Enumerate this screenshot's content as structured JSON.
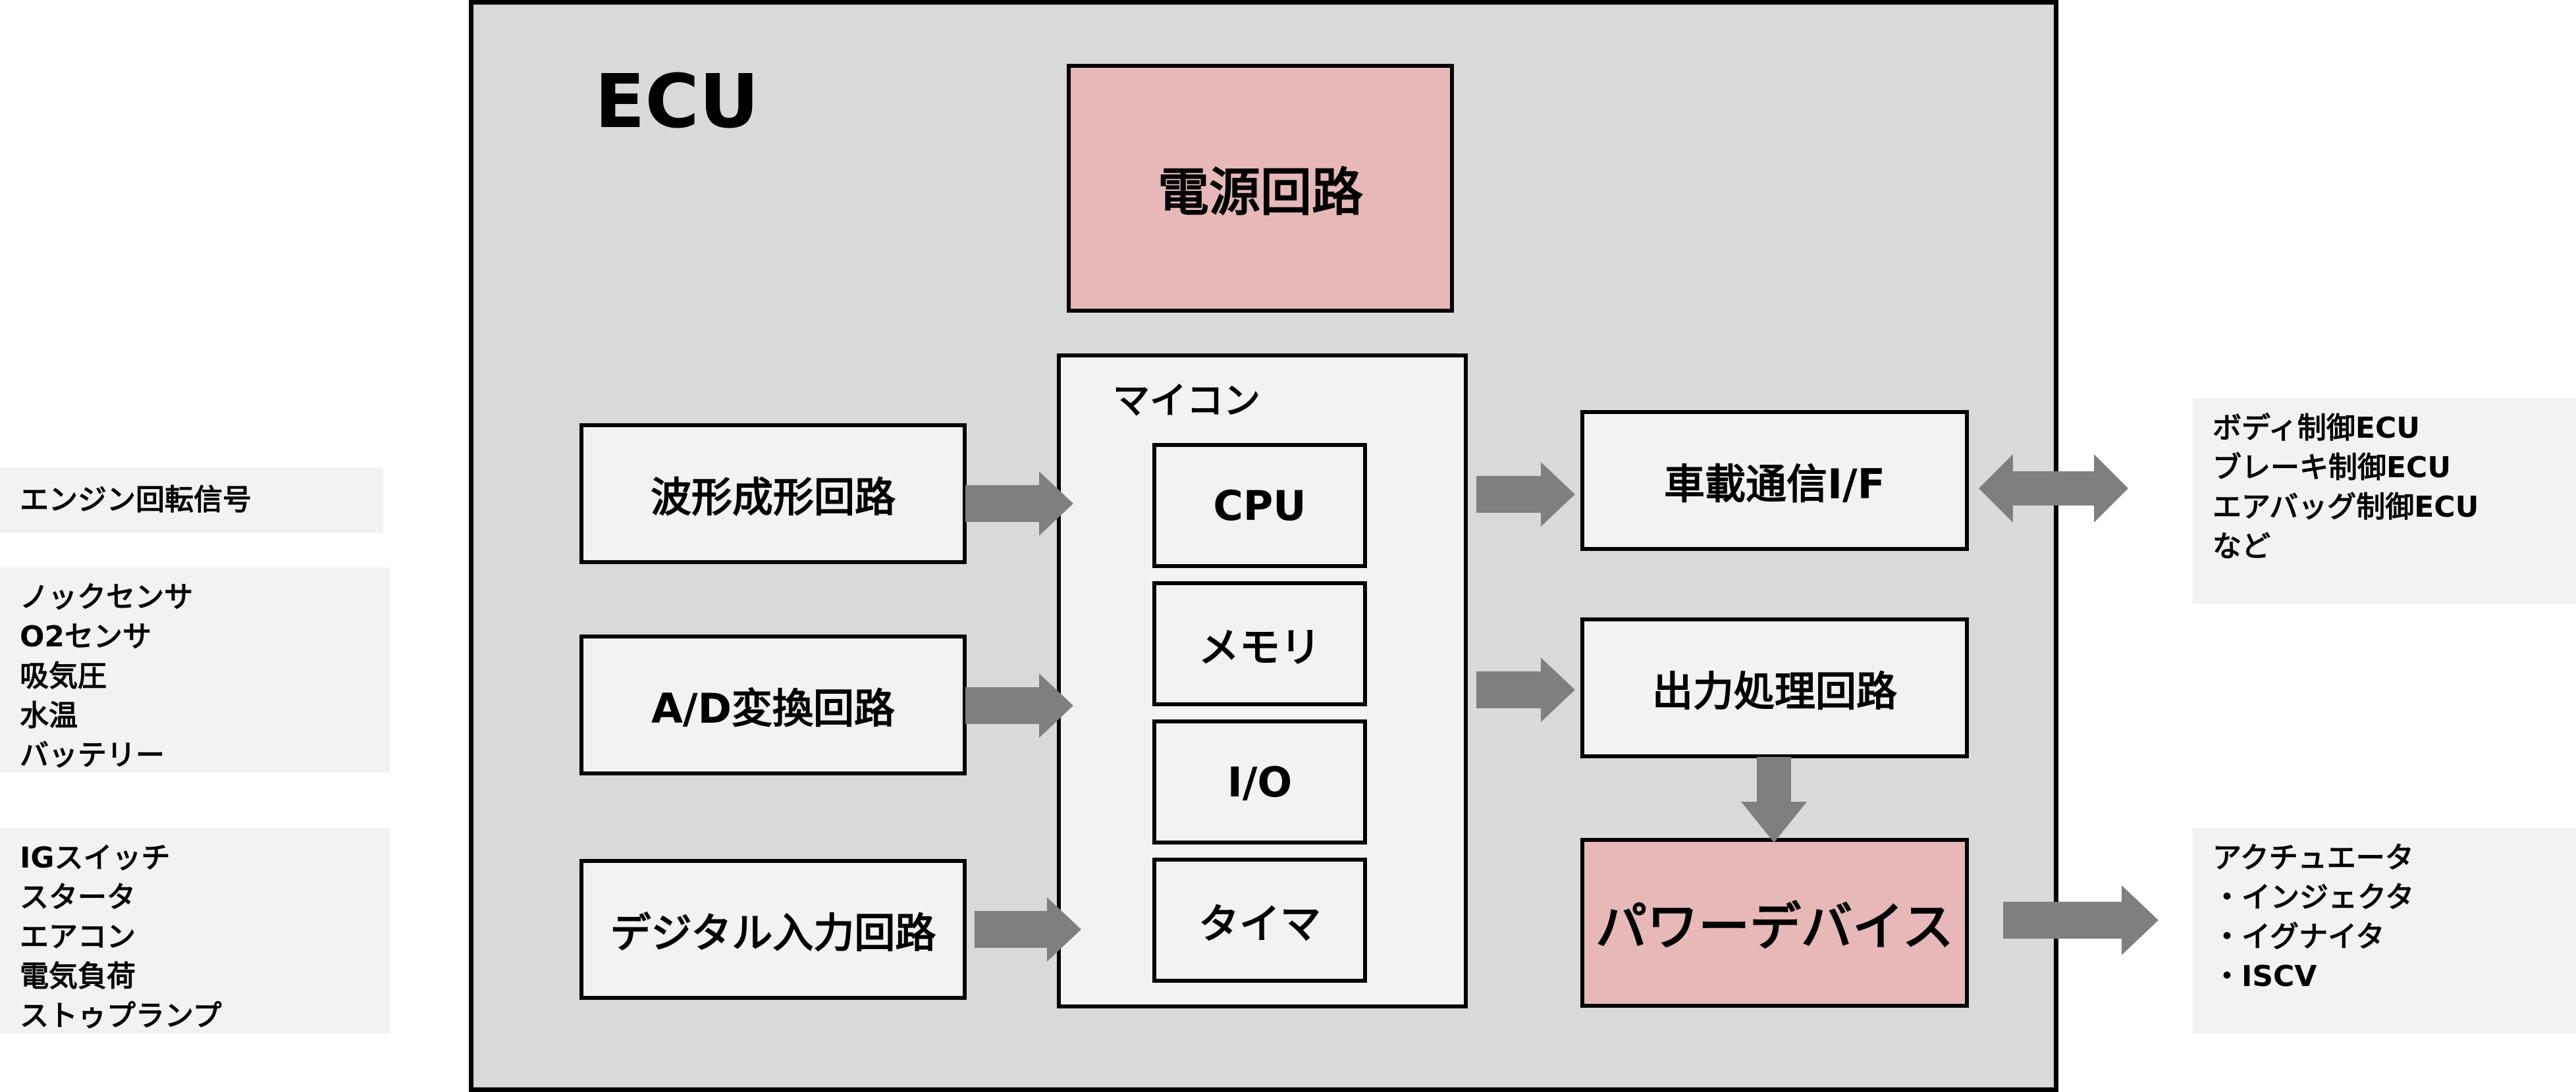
{
  "ecu": {
    "title": "ECU"
  },
  "inputs": [
    {
      "lines": "エンジン回転信号"
    },
    {
      "lines": "ノックセンサ\nO2センサ\n吸気圧\n水温\nバッテリー"
    },
    {
      "lines": "IGスイッチ\nスタータ\nエアコン\n電気負荷\nストゥプランプ"
    }
  ],
  "blocks": {
    "power": "電源回路",
    "waveform": "波形成形回路",
    "adc": "A/D変換回路",
    "digital_in": "デジタル入力回路",
    "vehicle_comm": "車載通信I/F",
    "output_proc": "出力処理回路",
    "power_device": "パワーデバイス"
  },
  "microcontroller": {
    "title": "マイコン",
    "components": [
      "CPU",
      "メモリ",
      "I/O",
      "タイマ"
    ]
  },
  "outputs": [
    {
      "lines": "ボディ制御ECU\nブレーキ制御ECU\nエアバッグ制御ECU\nなど"
    },
    {
      "lines": "アクチュエータ\n・インジェクタ\n・イグナイタ\n・ISCV"
    }
  ],
  "colors": {
    "arrow": "#7f7f7f",
    "ecu_bg": "#d9d9d9",
    "box_bg": "#f2f2f2",
    "highlight": "#e6b8b7"
  }
}
